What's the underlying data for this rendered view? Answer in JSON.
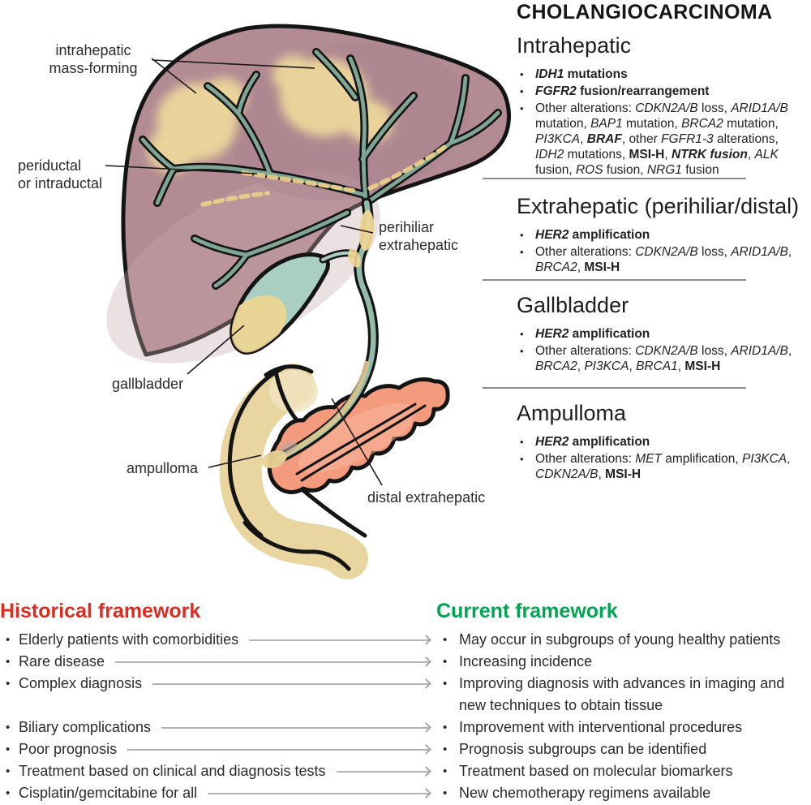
{
  "figure": {
    "labels": {
      "intrahepatic_l1": "intrahepatic",
      "intrahepatic_l2": "mass-forming",
      "periductal_l1": "periductal",
      "periductal_l2": "or intraductal",
      "perihiliar_l1": "perihiliar",
      "perihiliar_l2": "extrahepatic",
      "gallbladder": "gallbladder",
      "ampulloma": "ampulloma",
      "distal": "distal extrahepatic"
    },
    "colors": {
      "liver": "#b28b93",
      "bile_tree": "#7fa694",
      "bile_duct": "#92bca9",
      "gallbladder": "#a9cec2",
      "tumor_yellow": "#f0dc9c",
      "duodenum": "#e8d5a0",
      "pancreas": "#f49a7d",
      "outline": "#141414"
    }
  },
  "panel": {
    "title": "CHOLANGIOCARCINOMA",
    "sections": [
      {
        "heading": "Intrahepatic",
        "bullets": [
          {
            "segments": [
              {
                "t": "IDH1",
                "s": "bi"
              },
              {
                "t": " mutations",
                "s": "b"
              }
            ]
          },
          {
            "segments": [
              {
                "t": "FGFR2",
                "s": "bi"
              },
              {
                "t": " fusion/rearrangement",
                "s": "b"
              }
            ]
          },
          {
            "segments": [
              {
                "t": "Other alterations: ",
                "s": ""
              },
              {
                "t": "CDKN2A/B",
                "s": "i"
              },
              {
                "t": " loss, ",
                "s": ""
              },
              {
                "t": "ARID1A/B",
                "s": "i"
              },
              {
                "t": " mutation, ",
                "s": ""
              },
              {
                "t": "BAP1",
                "s": "i"
              },
              {
                "t": " mutation, ",
                "s": ""
              },
              {
                "t": "BRCA2",
                "s": "i"
              },
              {
                "t": " mutation, ",
                "s": ""
              },
              {
                "t": "PI3KCA",
                "s": "i"
              },
              {
                "t": ", ",
                "s": ""
              },
              {
                "t": "BRAF",
                "s": "bi"
              },
              {
                "t": ", other ",
                "s": ""
              },
              {
                "t": "FGFR1-3",
                "s": "i"
              },
              {
                "t": " alterations, ",
                "s": ""
              },
              {
                "t": "IDH2",
                "s": "i"
              },
              {
                "t": " mutations, ",
                "s": ""
              },
              {
                "t": "MSI-H",
                "s": "b"
              },
              {
                "t": ", ",
                "s": ""
              },
              {
                "t": "NTRK fusion",
                "s": "bi"
              },
              {
                "t": ", ",
                "s": ""
              },
              {
                "t": "ALK",
                "s": "i"
              },
              {
                "t": " fusion, ",
                "s": ""
              },
              {
                "t": "ROS",
                "s": "i"
              },
              {
                "t": " fusion, ",
                "s": ""
              },
              {
                "t": "NRG1",
                "s": "i"
              },
              {
                "t": " fusion",
                "s": ""
              }
            ]
          }
        ]
      },
      {
        "heading": "Extrahepatic (perihiliar/distal)",
        "bullets": [
          {
            "segments": [
              {
                "t": "HER2",
                "s": "bi"
              },
              {
                "t": " amplification",
                "s": "b"
              }
            ]
          },
          {
            "segments": [
              {
                "t": "Other alterations: ",
                "s": ""
              },
              {
                "t": "CDKN2A/B",
                "s": "i"
              },
              {
                "t": " loss, ",
                "s": ""
              },
              {
                "t": "ARID1A/B",
                "s": "i"
              },
              {
                "t": ", ",
                "s": ""
              },
              {
                "t": "BRCA2",
                "s": "i"
              },
              {
                "t": ", ",
                "s": ""
              },
              {
                "t": "MSI-H",
                "s": "b"
              }
            ]
          }
        ]
      },
      {
        "heading": "Gallbladder",
        "bullets": [
          {
            "segments": [
              {
                "t": "HER2",
                "s": "bi"
              },
              {
                "t": " amplification",
                "s": "b"
              }
            ]
          },
          {
            "segments": [
              {
                "t": "Other alterations: ",
                "s": ""
              },
              {
                "t": "CDKN2A/B",
                "s": "i"
              },
              {
                "t": " loss, ",
                "s": ""
              },
              {
                "t": "ARID1A/B",
                "s": "i"
              },
              {
                "t": ", ",
                "s": ""
              },
              {
                "t": "BRCA2",
                "s": "i"
              },
              {
                "t": ", ",
                "s": ""
              },
              {
                "t": "PI3KCA",
                "s": "i"
              },
              {
                "t": ", ",
                "s": ""
              },
              {
                "t": "BRCA1",
                "s": "i"
              },
              {
                "t": ", ",
                "s": ""
              },
              {
                "t": "MSI-H",
                "s": "b"
              }
            ]
          }
        ]
      },
      {
        "heading": "Ampulloma",
        "bullets": [
          {
            "segments": [
              {
                "t": "HER2",
                "s": "bi"
              },
              {
                "t": " amplification",
                "s": "b"
              }
            ]
          },
          {
            "segments": [
              {
                "t": "Other alterations: ",
                "s": ""
              },
              {
                "t": "MET",
                "s": "i"
              },
              {
                "t": " amplification, ",
                "s": ""
              },
              {
                "t": "PI3KCA",
                "s": "i"
              },
              {
                "t": ", ",
                "s": ""
              },
              {
                "t": "CDKN2A/B",
                "s": "i"
              },
              {
                "t": ", ",
                "s": ""
              },
              {
                "t": "MSI-H",
                "s": "b"
              }
            ]
          }
        ]
      }
    ]
  },
  "frameworks": {
    "left": {
      "heading": "Historical framework",
      "color": "#e02b20",
      "items": [
        "Elderly patients with comorbidities",
        "Rare disease",
        "Complex diagnosis",
        "Biliary complications",
        "Poor prognosis",
        "Treatment based on clinical and diagnosis tests",
        "Cisplatin/gemcitabine for all"
      ]
    },
    "right": {
      "heading": "Current framework",
      "color": "#00a651",
      "items": [
        "May occur in subgroups of young healthy patients",
        "Increasing incidence",
        "Improving diagnosis with advances in imaging and new techniques to obtain tissue",
        "Improvement with interventional procedures",
        "Prognosis subgroups can be identified",
        "Treatment based on molecular biomarkers",
        "New chemotherapy regimens available"
      ]
    }
  }
}
